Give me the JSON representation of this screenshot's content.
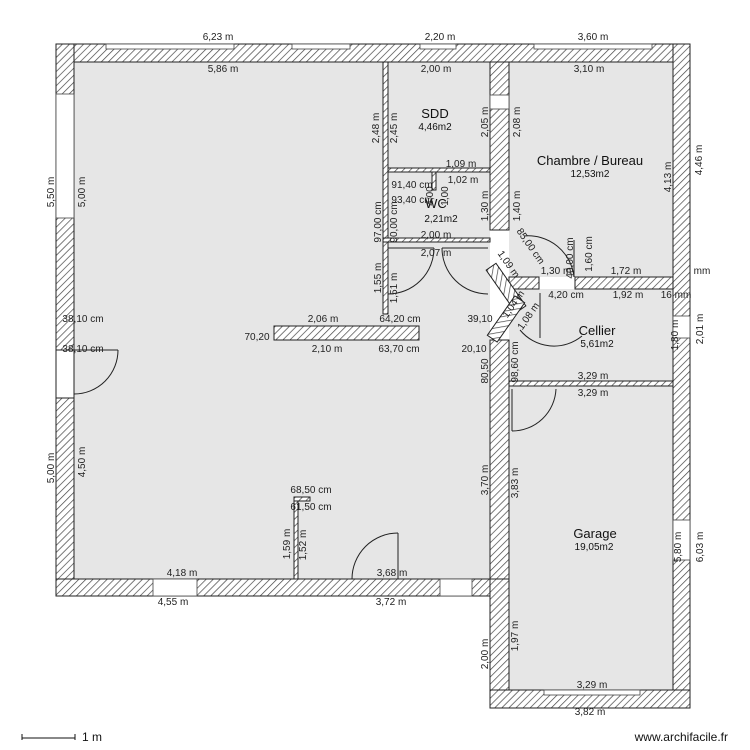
{
  "rooms": [
    {
      "key": "sdd",
      "name": "SDD",
      "area": "4,46m2"
    },
    {
      "key": "wc",
      "name": "WC",
      "area": "2,21m2"
    },
    {
      "key": "chambre",
      "name": "Chambre / Bureau",
      "area": "12,53m2"
    },
    {
      "key": "cellier",
      "name": "Cellier",
      "area": "5,61m2"
    },
    {
      "key": "garage",
      "name": "Garage",
      "area": "19,05m2"
    }
  ],
  "dimensions": {
    "h": [
      "6,23 m",
      "5,86 m",
      "2,20 m",
      "2,00 m",
      "3,60 m",
      "3,10 m",
      "1,09 m",
      "1,02 m",
      "91,40 cm",
      "93,40 cm",
      "2,00 m",
      "2,07 m",
      "1,30 m",
      "1,72 m",
      "4,20 cm",
      "1,92 m",
      "16 mm",
      "mm",
      "2,06 m",
      "64,20 cm",
      "2,10 m",
      "63,70 cm",
      "70,20",
      "39,10",
      "20,10",
      "38,10 cm",
      "38,10 cm",
      "3,29 m",
      "3,29 m",
      "68,50 cm",
      "61,50 cm",
      "4,18 m",
      "3,68 m",
      "4,55 m",
      "3,72 m",
      "3,29 m",
      "3,82 m"
    ],
    "v": [
      "5,50 m",
      "5,00 m",
      "2,48 m",
      "2,45 m",
      "2,05 m",
      "2,08 m",
      "4,46 m",
      "4,13 m",
      "1,40 m",
      "1,30 m",
      "97,00 cm",
      "90,00 cm",
      "4,00",
      "1,00",
      "1,55 m",
      "1,51 m",
      "1,80 m",
      "2,01 m",
      "80,50",
      "98,60 cm",
      "3,70 m",
      "3,83 m",
      "5,00 m",
      "4,50 m",
      "1,59 m",
      "1,52 m",
      "5,80 m",
      "6,03 m",
      "2,00 m",
      "1,97 m"
    ],
    "diag": [
      "85,00 cm",
      "1,09 m",
      "1,04 m",
      "1,08 m",
      "40,00 cm",
      "1,60 cm"
    ]
  },
  "footer": {
    "scale_label": "1 m",
    "site": "www.archifacile.fr"
  }
}
